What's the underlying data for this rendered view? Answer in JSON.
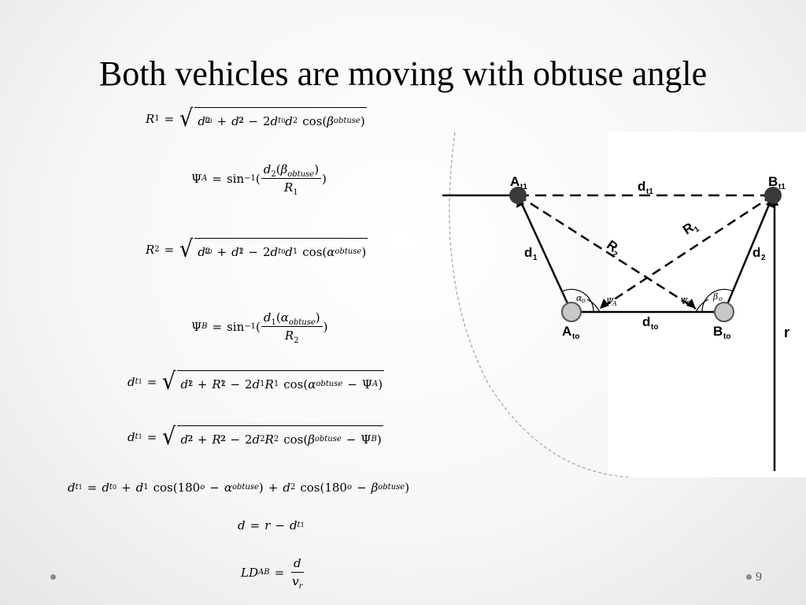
{
  "slide": {
    "title": "Both vehicles are moving with obtuse angle",
    "page_number": "9"
  },
  "diagram": {
    "labels": {
      "A_t1": "A",
      "A_t1_sub": "t1",
      "B_t1": "B",
      "B_t1_sub": "t1",
      "A_t0": "A",
      "A_t0_sub": "to",
      "B_t0": "B",
      "B_t0_sub": "to",
      "d_t1": "d",
      "d_t1_sub": "t1",
      "d_t0": "d",
      "d_t0_sub": "to",
      "d1": "d",
      "d1_sub": "1",
      "d2": "d",
      "d2_sub": "2",
      "R1": "R",
      "R1_sub": "1",
      "R2": "R",
      "R2_sub": "2",
      "r": "r",
      "alpha0": "α",
      "alpha0_sub": "o",
      "beta0": "β",
      "beta0_sub": "o",
      "psiA": "Ψ",
      "psiA_sub": "A",
      "psiB": "Ψ",
      "psiB_sub": "B"
    },
    "colors": {
      "node_fill_dark": "#3a3a3a",
      "node_fill_light": "#c8c8c8",
      "line": "#000000",
      "arc": "#9a9a9a"
    }
  }
}
